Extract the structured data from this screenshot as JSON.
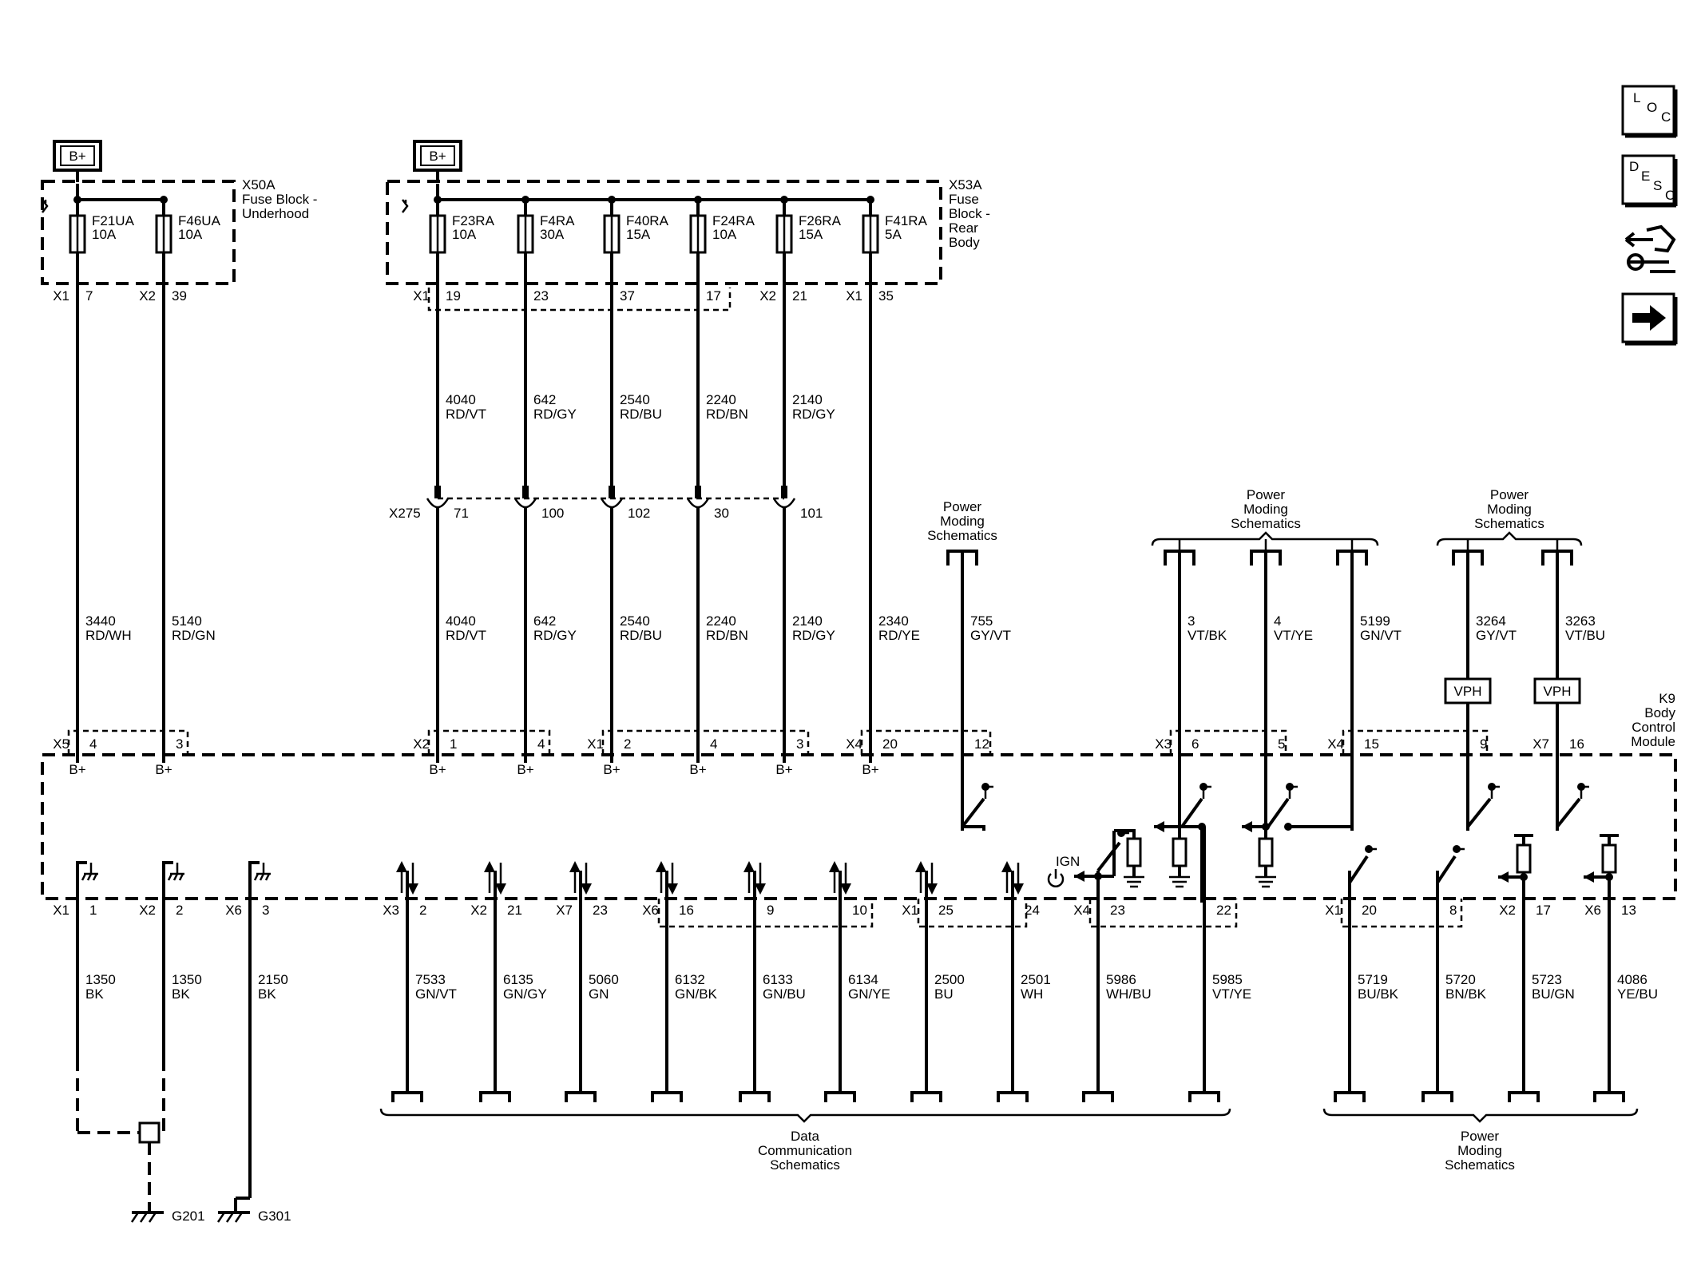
{
  "colors": {
    "line": "#000000",
    "background": "#ffffff"
  },
  "power_sources": [
    {
      "id": "src-underhood",
      "label": "B+"
    },
    {
      "id": "src-rear",
      "label": "B+"
    }
  ],
  "fuse_block_underhood": {
    "ref": "X50A",
    "name_lines": [
      "Fuse Block -",
      "Underhood"
    ],
    "fuses": [
      {
        "name": "F21UA",
        "rating": "10A",
        "conn": "X1",
        "pin": "7"
      },
      {
        "name": "F46UA",
        "rating": "10A",
        "conn": "X2",
        "pin": "39"
      }
    ]
  },
  "fuse_block_rear": {
    "ref": "X53A",
    "name_lines": [
      "Fuse",
      "Block -",
      "Rear",
      "Body"
    ],
    "fuses": [
      {
        "name": "F23RA",
        "rating": "10A",
        "conn": "X1",
        "pin": "19"
      },
      {
        "name": "F4RA",
        "rating": "30A",
        "conn": "",
        "pin": "23"
      },
      {
        "name": "F40RA",
        "rating": "15A",
        "conn": "",
        "pin": "37"
      },
      {
        "name": "F24RA",
        "rating": "10A",
        "conn": "",
        "pin": "17"
      },
      {
        "name": "F26RA",
        "rating": "15A",
        "conn": "X2",
        "pin": "21"
      },
      {
        "name": "F41RA",
        "rating": "5A",
        "conn": "X1",
        "pin": "35"
      }
    ]
  },
  "upper_wires": [
    {
      "circuit": "4040",
      "color": "RD/VT"
    },
    {
      "circuit": "642",
      "color": "RD/GY"
    },
    {
      "circuit": "2540",
      "color": "RD/BU"
    },
    {
      "circuit": "2240",
      "color": "RD/BN"
    },
    {
      "circuit": "2140",
      "color": "RD/GY"
    }
  ],
  "inline_connector": {
    "ref": "X275",
    "pins": [
      "71",
      "100",
      "102",
      "30",
      "101"
    ]
  },
  "module_top_wires": [
    {
      "circuit": "3440",
      "color": "RD/WH",
      "conn": "X5",
      "pin": "4",
      "label": "B+"
    },
    {
      "circuit": "5140",
      "color": "RD/GN",
      "conn": "",
      "pin": "3",
      "label": "B+"
    },
    {
      "circuit": "4040",
      "color": "RD/VT",
      "conn": "X2",
      "pin": "1",
      "label": "B+"
    },
    {
      "circuit": "642",
      "color": "RD/GY",
      "conn": "",
      "pin": "4",
      "label": "B+"
    },
    {
      "circuit": "2540",
      "color": "RD/BU",
      "conn": "X1",
      "pin": "2",
      "label": "B+"
    },
    {
      "circuit": "2240",
      "color": "RD/BN",
      "conn": "",
      "pin": "4",
      "label": "B+"
    },
    {
      "circuit": "2140",
      "color": "RD/GY",
      "conn": "",
      "pin": "3",
      "label": "B+"
    },
    {
      "circuit": "2340",
      "color": "RD/YE",
      "conn": "X4",
      "pin": "20",
      "label": "B+"
    },
    {
      "circuit": "755",
      "color": "GY/VT",
      "conn": "",
      "pin": "12",
      "label": ""
    },
    {
      "circuit": "3",
      "color": "VT/BK",
      "conn": "X3",
      "pin": "6",
      "label": ""
    },
    {
      "circuit": "4",
      "color": "VT/YE",
      "conn": "",
      "pin": "5",
      "label": ""
    },
    {
      "circuit": "5199",
      "color": "GN/VT",
      "conn": "X4",
      "pin": "15",
      "label": ""
    },
    {
      "circuit": "3264",
      "color": "GY/VT",
      "conn": "",
      "pin": "9",
      "label": ""
    },
    {
      "circuit": "3263",
      "color": "VT/BU",
      "conn": "X7",
      "pin": "16",
      "label": ""
    }
  ],
  "vph_labels": [
    "VPH",
    "VPH"
  ],
  "module": {
    "ref": "K9",
    "name_lines": [
      "Body",
      "Control",
      "Module"
    ],
    "ign_label": "IGN"
  },
  "refs_top": {
    "power_moding_single": [
      "Power",
      "Moding",
      "Schematics"
    ],
    "power_moding_triple": [
      "Power",
      "Moding",
      "Schematics"
    ],
    "power_moding_double": [
      "Power",
      "Moding",
      "Schematics"
    ]
  },
  "module_bottom_wires": [
    {
      "circuit": "1350",
      "color": "BK",
      "conn": "X1",
      "pin": "1"
    },
    {
      "circuit": "1350",
      "color": "BK",
      "conn": "X2",
      "pin": "2"
    },
    {
      "circuit": "2150",
      "color": "BK",
      "conn": "X6",
      "pin": "3"
    },
    {
      "circuit": "7533",
      "color": "GN/VT",
      "conn": "X3",
      "pin": "2"
    },
    {
      "circuit": "6135",
      "color": "GN/GY",
      "conn": "X2",
      "pin": "21"
    },
    {
      "circuit": "5060",
      "color": "GN",
      "conn": "X7",
      "pin": "23"
    },
    {
      "circuit": "6132",
      "color": "GN/BK",
      "conn": "X6",
      "pin": "16"
    },
    {
      "circuit": "6133",
      "color": "GN/BU",
      "conn": "",
      "pin": "9"
    },
    {
      "circuit": "6134",
      "color": "GN/YE",
      "conn": "",
      "pin": "10"
    },
    {
      "circuit": "2500",
      "color": "BU",
      "conn": "X1",
      "pin": "25"
    },
    {
      "circuit": "2501",
      "color": "WH",
      "conn": "",
      "pin": "24"
    },
    {
      "circuit": "5986",
      "color": "WH/BU",
      "conn": "X4",
      "pin": "23"
    },
    {
      "circuit": "5985",
      "color": "VT/YE",
      "conn": "",
      "pin": "22"
    },
    {
      "circuit": "5719",
      "color": "BU/BK",
      "conn": "X1",
      "pin": "20"
    },
    {
      "circuit": "5720",
      "color": "BN/BK",
      "conn": "",
      "pin": "8"
    },
    {
      "circuit": "5723",
      "color": "BU/GN",
      "conn": "X2",
      "pin": "17"
    },
    {
      "circuit": "4086",
      "color": "YE/BU",
      "conn": "X6",
      "pin": "13"
    }
  ],
  "grounds": [
    "G201",
    "G301"
  ],
  "refs_bottom": {
    "data_comm": [
      "Data",
      "Communication",
      "Schematics"
    ],
    "power_moding": [
      "Power",
      "Moding",
      "Schematics"
    ]
  },
  "side_buttons": [
    {
      "name": "loc-button",
      "letters": [
        "L",
        "O",
        "C"
      ]
    },
    {
      "name": "desc-button",
      "letters": [
        "D",
        "E",
        "S",
        "C"
      ]
    },
    {
      "name": "connector-tool-icon"
    },
    {
      "name": "next-arrow-button"
    }
  ]
}
